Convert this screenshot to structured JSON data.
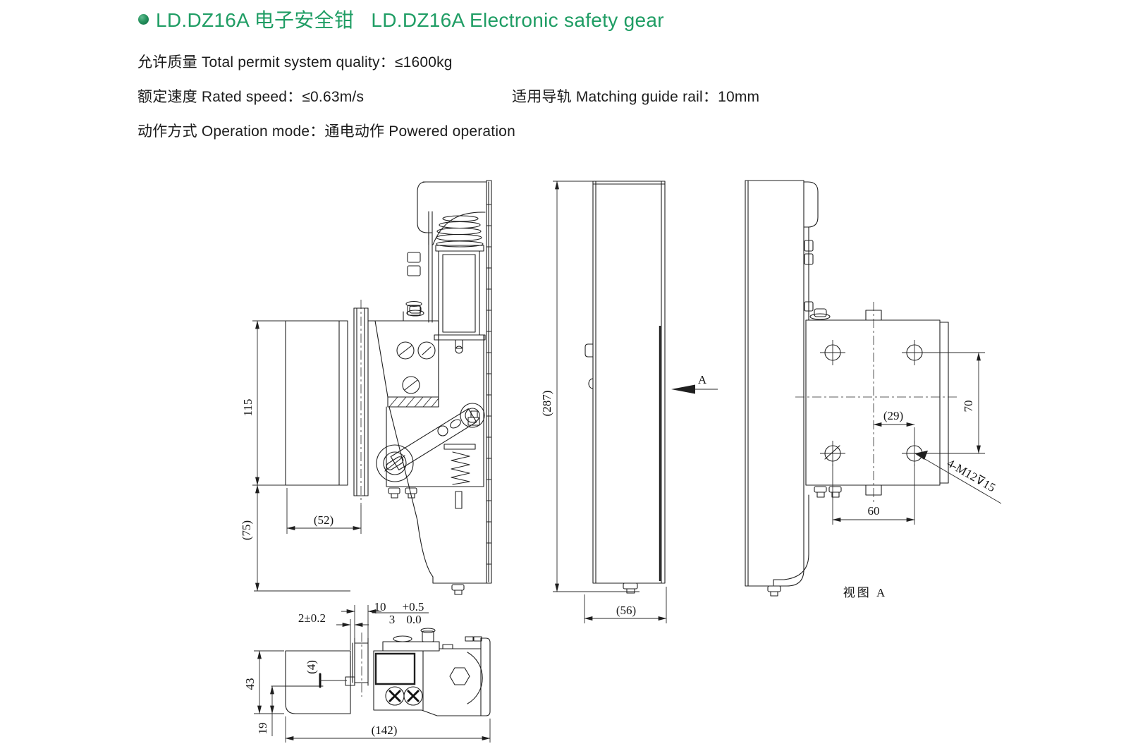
{
  "header": {
    "title": "LD.DZ16A 电子安全钳   LD.DZ16A Electronic safety gear"
  },
  "specs": {
    "permit_quality": "允许质量 Total permit system quality：≤1600kg",
    "rated_speed": "额定速度 Rated speed：≤0.63m/s",
    "guide_rail": "适用导轨 Matching guide rail：10mm",
    "operation_mode": "动作方式 Operation mode：通电动作 Powered operation"
  },
  "drawing": {
    "front": {
      "dim_115": "115",
      "dim_75": "(75)",
      "dim_52": "(52)"
    },
    "side": {
      "dim_287": "(287)",
      "dim_56": "(56)",
      "arrow_label": "A"
    },
    "view_a": {
      "dim_70": "70",
      "dim_29": "(29)",
      "dim_60": "60",
      "thread_note": "4-M12⊽15",
      "caption": "视图 A"
    },
    "bottom": {
      "dim_10": "10",
      "tol_top": "+0.5",
      "dim_3": "3",
      "tol_bottom": "0.0",
      "dim_2": "2±0.2",
      "dim_4": "(4)",
      "dim_43": "43",
      "dim_19": "19",
      "dim_142": "(142)"
    }
  },
  "colors": {
    "accent_green": "#1f9d64",
    "line_color": "#1f1f1f"
  }
}
